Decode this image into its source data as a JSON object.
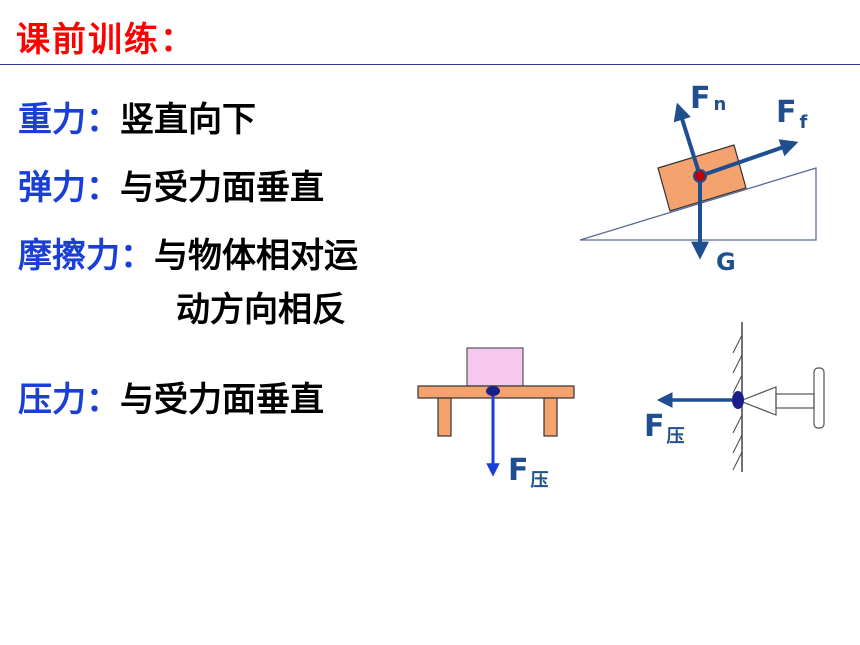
{
  "title": "课前训练：",
  "items": [
    {
      "term": "重力：",
      "desc": "竖直向下"
    },
    {
      "term": "弹力：",
      "desc": "与受力面垂直"
    },
    {
      "term": "摩擦力：",
      "desc": "与物体相对运",
      "desc_cont": "动方向相反"
    },
    {
      "term": "压力：",
      "desc": "与受力面垂直"
    }
  ],
  "diagrams": {
    "incline": {
      "fn": "F",
      "fn_sub": "n",
      "ff": "F",
      "ff_sub": "f",
      "g": "G"
    },
    "table": {
      "force": "F",
      "force_sub": "压"
    },
    "wall": {
      "force": "F",
      "force_sub": "压"
    }
  },
  "colors": {
    "title": "#ff0000",
    "term": "#1a3fd6",
    "arrow": "#1f4f8f",
    "block": "#f4a26e",
    "table_top": "#f4a26e",
    "box": "#f6c8f0"
  }
}
